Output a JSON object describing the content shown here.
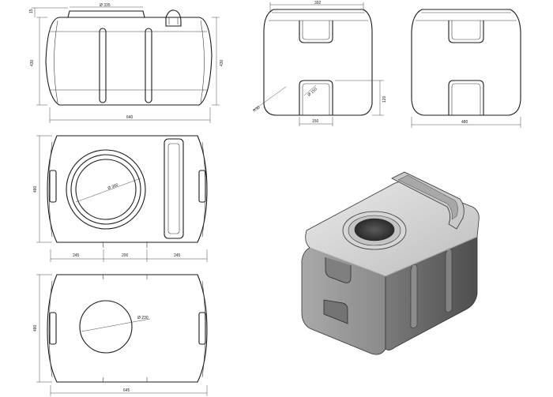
{
  "drawing": {
    "views": {
      "front": {
        "dims": {
          "top_flange": "15",
          "neck_diameter": "Ø 335",
          "height_left": "430",
          "height_right": "430",
          "length": "640"
        }
      },
      "side": {
        "dims": {
          "top_width": "392",
          "radius": "R30",
          "neck_diameter": "Ø 150",
          "notch_height": "120",
          "notch_width": "150"
        }
      },
      "end": {
        "dims": {
          "width": "480"
        }
      },
      "top": {
        "dims": {
          "width": "480",
          "hatch_diameter": "Ø 360",
          "seg_left": "245",
          "seg_mid": "200",
          "seg_right": "245"
        }
      },
      "bottom": {
        "dims": {
          "width": "480",
          "hole_diameter": "Ø 230",
          "length": "645"
        }
      }
    }
  }
}
